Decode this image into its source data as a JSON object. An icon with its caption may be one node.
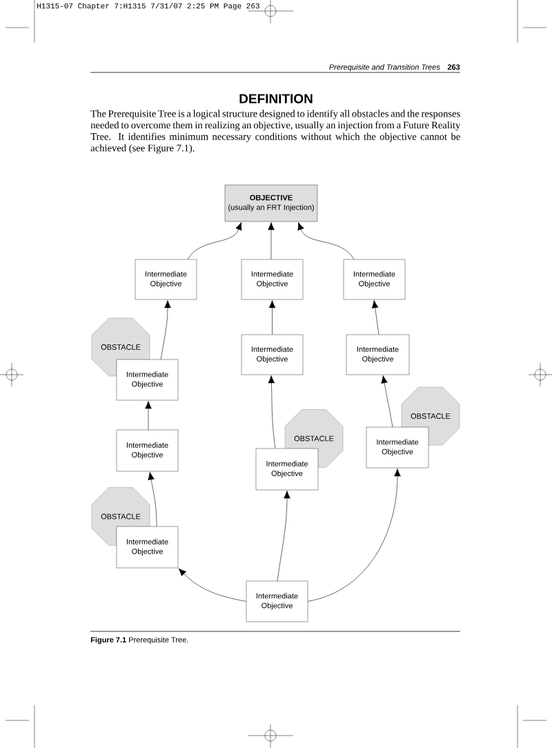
{
  "diagram": {
    "title": "DEFINITION",
    "caption": "**Figure 7.1** Prerequisite Tree.",
    "nodes": [
      {
        "text": [
          "OBJECTIVE",
          "(usually an FRT Injection)"
        ]
      },
      {
        "text": [
          "Intermediate Objective"
        ]
      },
      {
        "text": [
          "Intermediate Objective"
        ]
      },
      {
        "text": [
          "Intermediate Objective"
        ]
      },
      {
        "text": [
          "OBSTACLE"
        ]
      },
      {
        "text": [
          "Intermediate Objective"
        ]
      },
      {
        "text": [
          "Intermediate Objective"
        ]
      },
      {
        "text": [
          "Intermediate Objective"
        ]
      },
      {
        "text": [
          "OBSTACLE"
        ]
      },
      {
        "text": [
          "Intermediate Objective"
        ]
      },
      {
        "text": [
          "OBSTACLE"
        ]
      },
      {
        "text": [
          "Intermediate Objective"
        ]
      },
      {
        "text": [
          "Intermediate Objective"
        ]
      },
      {
        "text": [
          "OBSTACLE"
        ]
      },
      {
        "text": [
          "Intermediate Objective"
        ]
      },
      {
        "text": [
          "Intermediate Objective"
        ]
      }
    ],
    "edges": [
      {
        "from": 1,
        "to": 0,
        "arrow": "to"
      },
      {
        "from": 2,
        "to": 0,
        "arrow": "to"
      },
      {
        "from": 3,
        "to": 0,
        "arrow": "to"
      },
      {
        "from": 5,
        "to": 1,
        "arrow": "to"
      },
      {
        "from": 6,
        "to": 2,
        "arrow": "to"
      },
      {
        "from": 7,
        "to": 3,
        "arrow": "to"
      },
      {
        "from": 12,
        "to": 5,
        "arrow": "to"
      },
      {
        "from": 11,
        "to": 6,
        "arrow": "to"
      },
      {
        "from": 9,
        "to": 7,
        "arrow": "to"
      },
      {
        "from": 14,
        "to": 12,
        "arrow": "to"
      },
      {
        "from": 15,
        "to": 14,
        "arrow": "to"
      },
      {
        "from": 15,
        "to": 11,
        "arrow": "to"
      },
      {
        "from": 15,
        "to": 9,
        "arrow": "to"
      }
    ],
    "labels": [
      "H1315-07 Chapter 7:H1315  7/31/07  2:25 PM  Page 263",
      "Prerequisite and Transition Trees",
      "263",
      "The Prerequisite Tree is a logical structure designed to identify all obstacles and the responses needed to overcome them in realizing an objective, usually an injection from a Future Reality Tree. It identifies minimum necessary conditions without which the objective cannot be achieved (see Figure 7.1)."
    ]
  }
}
